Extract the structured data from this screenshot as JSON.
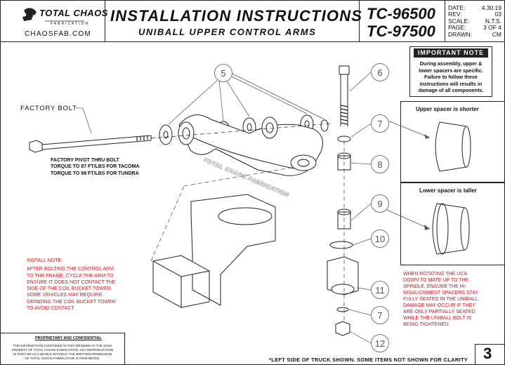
{
  "header": {
    "brand_line": "TOTAL CHAOS",
    "brand_sub": "FABRICATION",
    "website": "CHAOSFAB.COM",
    "title": "INSTALLATION INSTRUCTIONS",
    "subtitle": "UNIBALL UPPER CONTROL ARMS",
    "part_numbers": [
      "TC-96500",
      "TC-97500"
    ],
    "meta": [
      {
        "label": "DATE:",
        "value": "4.30.19"
      },
      {
        "label": "REV:",
        "value": "03"
      },
      {
        "label": "SCALE:",
        "value": "N.T.S."
      },
      {
        "label": "PAGE:",
        "value": "3 OF 4"
      },
      {
        "label": "DRAWN:",
        "value": "CM"
      }
    ]
  },
  "important": {
    "heading": "IMPORTANT NOTE",
    "lines": [
      "During assembly, upper &",
      "lower spacers are specific.",
      "Failure to follow these",
      "instructions will results in",
      "damage of all components."
    ]
  },
  "spacers": {
    "upper_label": "Upper spacer is shorter",
    "lower_label": "Lower spacer is taller"
  },
  "labels": {
    "factory_bolt": "FACTORY BOLT",
    "arm_text": "TOTAL CHAOS FABRICATION",
    "torque_lines": [
      "FACTORY PIVOT THRU BOLT",
      "TORQUE TO 87 FT/LBS FOR TACOMA",
      "TORQUE TO 98 FT/LBS FOR TUNDRA"
    ]
  },
  "install_note": {
    "heading": "INSTALL NOTE:",
    "lines": [
      "AFTER BOLTING THE CONTROL ARM",
      "TO THE FRAME, CYCLE THE ARM TO",
      "ENSURE IT DOES NOT CONTACT THE",
      "SIDE OF THE COIL BUCKET TOWER.",
      "SOME VEHICLES MAY REQUIRE",
      "GRINDING THE COIL BUCKET TOWER",
      "TO AVOID CONTACT."
    ]
  },
  "rotate_note": {
    "lines": [
      "WHEN ROTATING THE UCA",
      "DOWN TO MATE UP TO THE",
      "SPINDLE, ENSURE THE HI-",
      "MISALIGNMENT SPACERS STAY",
      "FULLY SEATED IN THE UNIBALL.",
      "DAMAGE MAY OCCUR IF THEY",
      "ARE ONLY PARTIALLY SEATED",
      "WHILE THE UNIBALL BOLT IS",
      "BEING TIGHTENED."
    ]
  },
  "callouts": [
    "5",
    "6",
    "7",
    "8",
    "9",
    "10",
    "11",
    "7",
    "12"
  ],
  "proprietary": {
    "heading": "PROPRIETARY AND CONFIDENTIAL",
    "lines": [
      "THE INFORMATION CONTAINED IN THIS DRAWING IS THE SOLE",
      "PROERTY OF TOTAL CHAOS FABRICATION. ANY REPRODUCTION",
      "IN PART OR AS A WHOLE WITHOUT THE WRITTEN PERMISSION",
      "OF TOTAL CHAOS FABRICATION IS PROHIBITED."
    ]
  },
  "footer": {
    "note": "*LEFT SIDE OF TRUCK SHOWN. SOME ITEMS NOT SHOWN FOR CLARITY",
    "page_number": "3"
  },
  "colors": {
    "note_red": "#c4161c",
    "line": "#222222",
    "callout": "#777777"
  }
}
